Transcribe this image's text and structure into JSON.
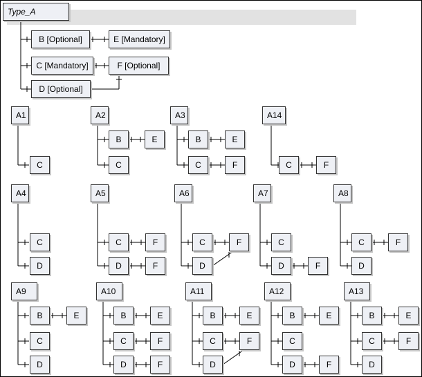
{
  "type_root": "Type_A",
  "type_children": {
    "b": "B [Optional]",
    "c": "C [Mandatory]",
    "d": "D [Optional]",
    "e": "E [Mandatory]",
    "f": "F [Optional]"
  },
  "instances": [
    {
      "id": "a1",
      "label": "A1",
      "children": [
        "C"
      ]
    },
    {
      "id": "a2",
      "label": "A2",
      "children": [
        "B",
        "C"
      ],
      "links": {
        "B": "E"
      }
    },
    {
      "id": "a3",
      "label": "A3",
      "children": [
        "B",
        "C"
      ],
      "links": {
        "B": "E",
        "C": "F"
      }
    },
    {
      "id": "a14",
      "label": "A14",
      "children": [
        "C"
      ],
      "links": {
        "C": "F"
      }
    },
    {
      "id": "a4",
      "label": "A4",
      "children": [
        "C",
        "D"
      ]
    },
    {
      "id": "a5",
      "label": "A5",
      "children": [
        "C",
        "D"
      ],
      "links": {
        "C": "F",
        "D": "F"
      }
    },
    {
      "id": "a6",
      "label": "A6",
      "children": [
        "C",
        "D"
      ],
      "links": {
        "C": "F"
      },
      "diag": "D"
    },
    {
      "id": "a7",
      "label": "A7",
      "children": [
        "C",
        "D"
      ],
      "links": {
        "D": "F"
      }
    },
    {
      "id": "a8",
      "label": "A8",
      "children": [
        "C",
        "D"
      ],
      "links": {
        "C": "F"
      }
    },
    {
      "id": "a9",
      "label": "A9",
      "children": [
        "B",
        "C",
        "D"
      ],
      "links": {
        "B": "E"
      }
    },
    {
      "id": "a10",
      "label": "A10",
      "children": [
        "B",
        "C",
        "D"
      ],
      "links": {
        "B": "E",
        "C": "F",
        "D": "F"
      }
    },
    {
      "id": "a11",
      "label": "A11",
      "children": [
        "B",
        "C",
        "D"
      ],
      "links": {
        "B": "E",
        "C": "F"
      },
      "diag": "D"
    },
    {
      "id": "a12",
      "label": "A12",
      "children": [
        "B",
        "C",
        "D"
      ],
      "links": {
        "B": "E",
        "D": "F"
      }
    },
    {
      "id": "a13",
      "label": "A13",
      "children": [
        "B",
        "C",
        "D"
      ],
      "links": {
        "B": "E",
        "C": "F"
      }
    }
  ]
}
